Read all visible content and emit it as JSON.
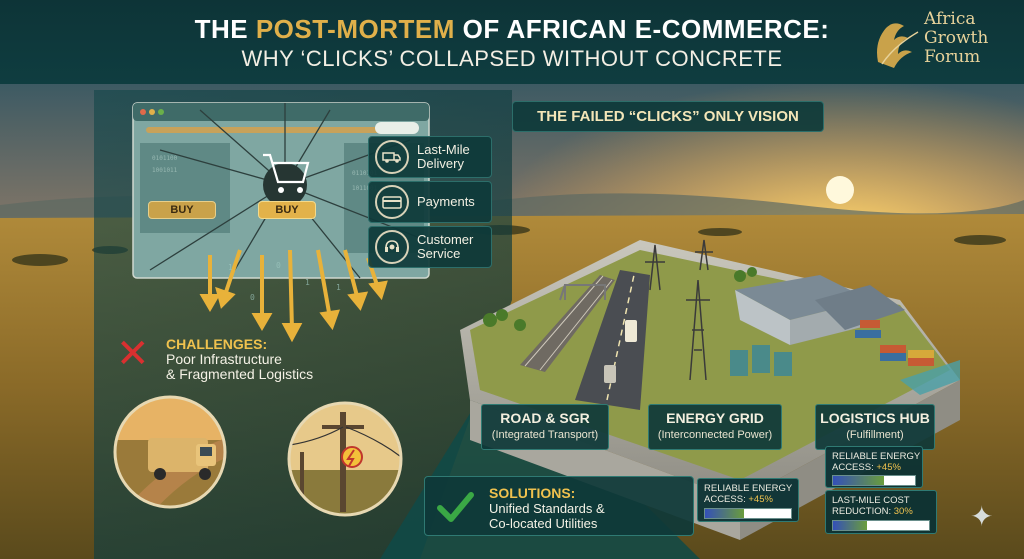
{
  "header": {
    "title_prefix": "THE ",
    "title_accent": "POST-MORTEM",
    "title_suffix": " OF AFRICAN E-COMMERCE:",
    "subtitle": "WHY ‘CLICKS’ COLLAPSED WITHOUT CONCRETE"
  },
  "brand": {
    "line1": "Africa",
    "line2": "Growth",
    "line3": "Forum"
  },
  "vision_label": "THE FAILED “CLICKS” ONLY VISION",
  "browser": {
    "buy_left": "BUY",
    "buy_center": "BUY"
  },
  "services": [
    {
      "icon": "delivery-truck-icon",
      "label1": "Last-Mile",
      "label2": "Delivery"
    },
    {
      "icon": "credit-card-icon",
      "label1": "Payments",
      "label2": ""
    },
    {
      "icon": "headset-icon",
      "label1": "Customer",
      "label2": "Service"
    }
  ],
  "challenges": {
    "title": "CHALLENGES:",
    "line1": "Poor Infrastructure",
    "line2": "& Fragmented Logistics"
  },
  "infra": [
    {
      "title": "ROAD & SGR",
      "sub": "(Integrated Transport)"
    },
    {
      "title": "ENERGY GRID",
      "sub": "(Interconnected Power)"
    },
    {
      "title": "LOGISTICS HUB",
      "sub": "(Fulfillment)"
    }
  ],
  "solutions": {
    "title": "SOLUTIONS:",
    "line1": "Unified Standards &",
    "line2": "Co-located Utilities"
  },
  "metrics": {
    "energy_a": {
      "label1": "RELIABLE ENERGY",
      "label2": "ACCESS: ",
      "value": "+45%",
      "fill": 0.62
    },
    "energy_b": {
      "label1": "RELIABLE ENERGY",
      "label2": "ACCESS: ",
      "value": "+45%",
      "fill": 0.45
    },
    "cost": {
      "label1": "LAST-MILE COST",
      "label2": "REDUCTION: ",
      "value": "30%",
      "fill": 0.35
    }
  },
  "colors": {
    "accent": "#e0b04a",
    "panel": "#0e3a3a",
    "error": "#d93030",
    "success": "#3aa845"
  }
}
